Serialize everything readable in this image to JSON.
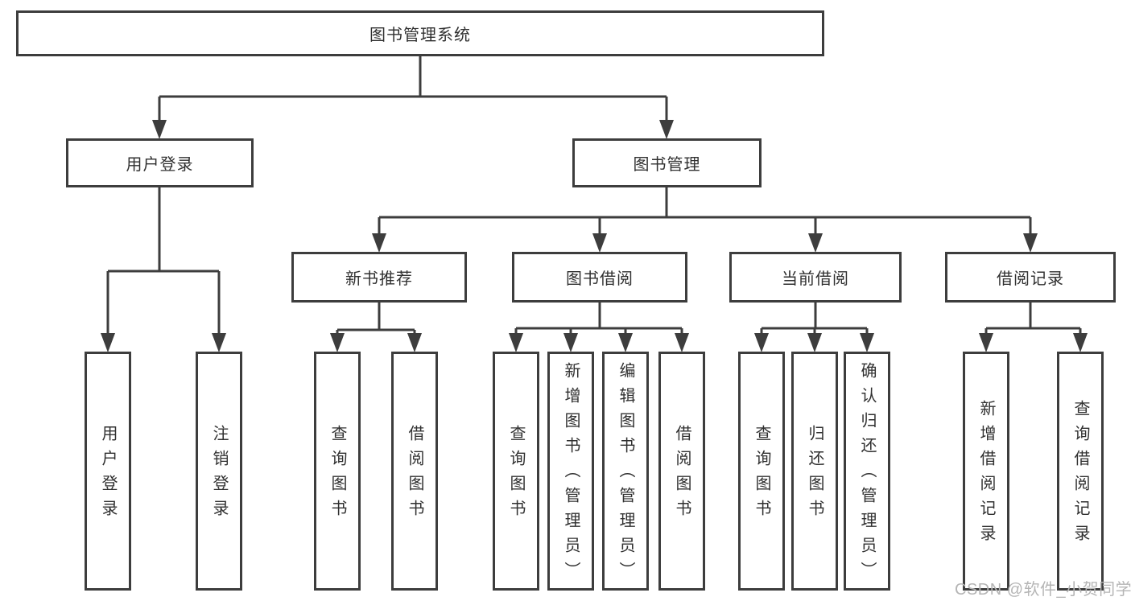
{
  "diagram": {
    "root": "图书管理系统",
    "level2": [
      {
        "label": "用户登录"
      },
      {
        "label": "图书管理"
      }
    ],
    "level3": [
      {
        "label": "新书推荐"
      },
      {
        "label": "图书借阅"
      },
      {
        "label": "当前借阅"
      },
      {
        "label": "借阅记录"
      }
    ],
    "leaves": {
      "user": [
        "用户登录",
        "注销登录"
      ],
      "recommend": [
        "查询图书",
        "借阅图书"
      ],
      "borrow": [
        "查询图书",
        "新增图书（管理员）",
        "编辑图书（管理员）",
        "借阅图书"
      ],
      "current": [
        "查询图书",
        "归还图书",
        "确认归还（管理员）"
      ],
      "records": [
        "新增借阅记录",
        "查询借阅记录"
      ]
    },
    "watermark": "CSDN @软件_小贺同学"
  },
  "colors": {
    "line": "#3d3d3d",
    "text": "#303030",
    "background": "#ffffff",
    "watermark": "#b5b5b5"
  }
}
